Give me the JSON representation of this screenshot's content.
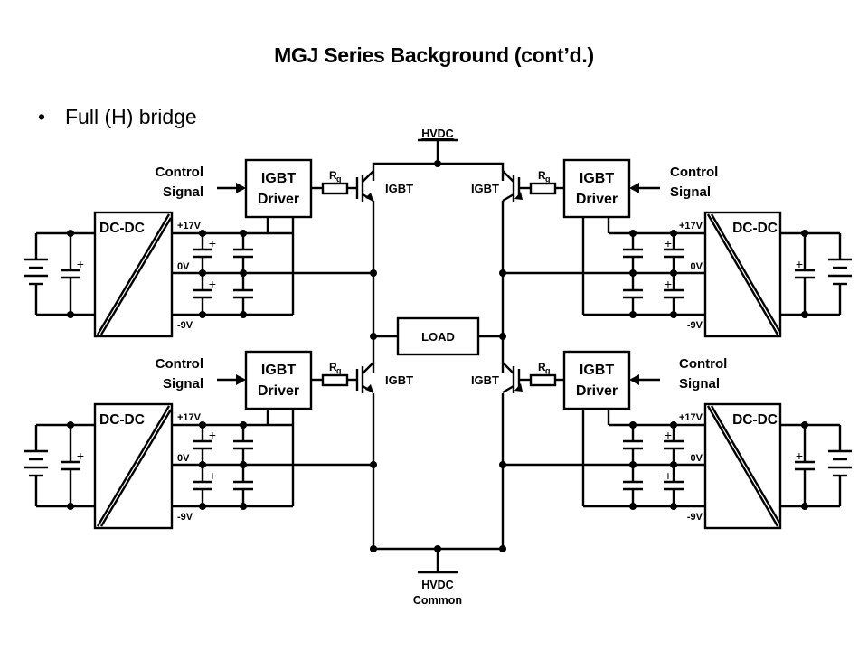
{
  "slide": {
    "title": "MGJ Series Background (cont’d.)",
    "bullet_marker": "•",
    "bullet_text": "Full (H) bridge"
  },
  "diagram": {
    "hvdc_top_label": "HVDC",
    "hvdc_common_label_1": "HVDC",
    "hvdc_common_label_2": "Common",
    "load_label": "LOAD",
    "quadrants": [
      {
        "position": "top-left",
        "control_label_1": "Control",
        "control_label_2": "Signal",
        "driver_label_1": "IGBT",
        "driver_label_2": "Driver",
        "resistor_label": "R",
        "resistor_sub": "g",
        "igbt_label": "IGBT",
        "dcdc_label": "DC-DC",
        "rail_pos": "+17V",
        "rail_zero": "0V",
        "rail_neg": "-9V"
      },
      {
        "position": "top-right",
        "control_label_1": "Control",
        "control_label_2": "Signal",
        "driver_label_1": "IGBT",
        "driver_label_2": "Driver",
        "resistor_label": "R",
        "resistor_sub": "g",
        "igbt_label": "IGBT",
        "dcdc_label": "DC-DC",
        "rail_pos": "+17V",
        "rail_zero": "0V",
        "rail_neg": "-9V"
      },
      {
        "position": "bottom-left",
        "control_label_1": "Control",
        "control_label_2": "Signal",
        "driver_label_1": "IGBT",
        "driver_label_2": "Driver",
        "resistor_label": "R",
        "resistor_sub": "g",
        "igbt_label": "IGBT",
        "dcdc_label": "DC-DC",
        "rail_pos": "+17V",
        "rail_zero": "0V",
        "rail_neg": "-9V"
      },
      {
        "position": "bottom-right",
        "control_label_1": "Control",
        "control_label_2": "Signal",
        "driver_label_1": "IGBT",
        "driver_label_2": "Driver",
        "resistor_label": "R",
        "resistor_sub": "g",
        "igbt_label": "IGBT",
        "dcdc_label": "DC-DC",
        "rail_pos": "+17V",
        "rail_zero": "0V",
        "rail_neg": "-9V"
      }
    ],
    "capacitor_polarity_mark": "+"
  }
}
